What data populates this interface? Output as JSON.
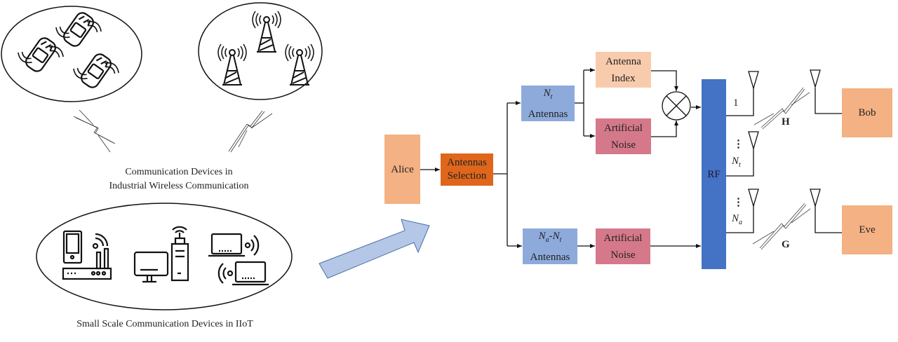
{
  "left_panel": {
    "caption_top_line1": "Communication Devices in",
    "caption_top_line2": "Industrial Wireless Communication",
    "caption_bottom": "Small Scale Communication Devices in IIoT",
    "groups": [
      {
        "name": "vehicles",
        "icons": [
          "car-icon",
          "car-icon",
          "car-icon"
        ]
      },
      {
        "name": "base-stations",
        "icons": [
          "tower-icon",
          "tower-icon",
          "tower-icon"
        ]
      },
      {
        "name": "small-devices",
        "icons": [
          "phone-router-icon",
          "desktop-computer-icon",
          "laptop-icon",
          "laptop-icon"
        ]
      }
    ]
  },
  "blocks": {
    "alice": "Alice",
    "antennas_selection_line1": "Antennas",
    "antennas_selection_line2": "Selection",
    "nt_antennas_symbol": "N",
    "nt_antennas_sub": "t",
    "nt_antennas_label": "Antennas",
    "antenna_index_line1": "Antenna",
    "antenna_index_line2": "Index",
    "artificial_noise_line1": "Artificial",
    "artificial_noise_line2": "Noise",
    "na_nt_symbol_a": "N",
    "na_nt_sub_a": "a",
    "na_nt_dash": "-",
    "na_nt_symbol_t": "N",
    "na_nt_sub_t": "t",
    "na_nt_label": "Antennas",
    "artificial_noise2_line1": "Artificial",
    "artificial_noise2_line2": "Noise",
    "rf": "RF",
    "bob": "Bob",
    "eve": "Eve"
  },
  "antenna_labels": {
    "first": "1",
    "dots": "⋮",
    "nt_symbol": "N",
    "nt_sub": "t",
    "na_symbol": "N",
    "na_sub": "a"
  },
  "channels": {
    "bob_channel": "H",
    "eve_channel": "G"
  },
  "colors": {
    "alice": "#f4b183",
    "antennas_selection": "#e0661c",
    "antennas_blue": "#8eaadb",
    "antenna_index": "#f8cbad",
    "artificial_noise": "#d5798a",
    "rf": "#4472c4",
    "bob_eve": "#f4b183",
    "big_arrow": "#b4c7e7",
    "big_arrow_stroke": "#4a6fa5"
  }
}
